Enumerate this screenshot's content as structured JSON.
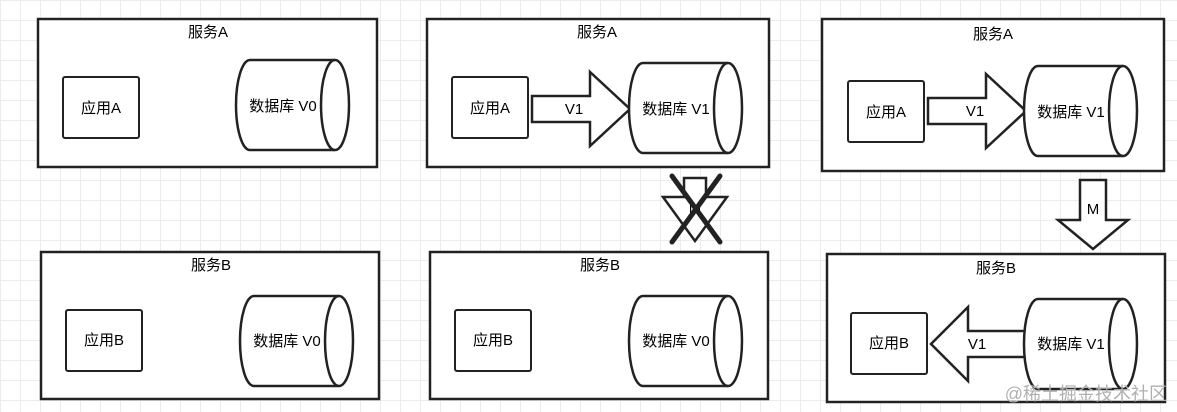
{
  "panels": {
    "left": {
      "service_a": {
        "title": "服务A",
        "app": "应用A",
        "db": "数据库 V0"
      },
      "service_b": {
        "title": "服务B",
        "app": "应用B",
        "db": "数据库 V0"
      }
    },
    "middle": {
      "service_a": {
        "title": "服务A",
        "app": "应用A",
        "arrow": "V1",
        "db": "数据库 V1"
      },
      "service_b": {
        "title": "服务B",
        "app": "应用B",
        "db": "数据库 V0"
      },
      "blocked_arrow": "M"
    },
    "right": {
      "service_a": {
        "title": "服务A",
        "app": "应用A",
        "arrow": "V1",
        "db": "数据库 V1"
      },
      "service_b": {
        "title": "服务B",
        "app": "应用B",
        "arrow": "V1",
        "db": "数据库 V1"
      },
      "down_arrow": "M"
    }
  },
  "watermark": "@稀土掘金技术社区"
}
